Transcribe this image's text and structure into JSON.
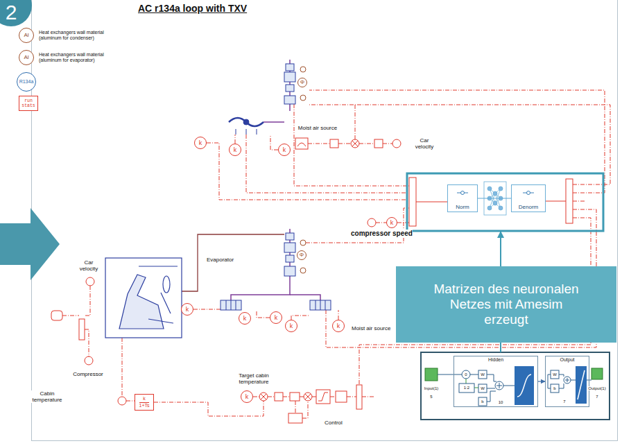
{
  "diagram": {
    "title": "AC r134a loop with TXV",
    "nodes": [
      {
        "text": [
          "2"
        ]
      },
      {
        "text": [
          "Al"
        ]
      },
      {
        "text": [
          "Al"
        ]
      },
      {
        "text": [
          "R134a"
        ]
      },
      {
        "text": [
          "run stats"
        ]
      },
      {
        "text": [
          "Φ"
        ]
      },
      {
        "text": [
          "k"
        ]
      },
      {
        "text": [
          "k"
        ]
      },
      {
        "text": [
          "k"
        ]
      },
      {
        "text": [
          "k"
        ]
      },
      {
        "text": [
          "Norm"
        ]
      },
      {
        "text": [
          "Denorm"
        ]
      },
      {
        "text": [
          "Φ"
        ]
      },
      {
        "text": [
          "k"
        ]
      },
      {
        "text": [
          "k"
        ]
      },
      {
        "text": [
          "k"
        ]
      },
      {
        "text": [
          "k"
        ]
      },
      {
        "text": [
          "k"
        ]
      },
      {
        "text": [
          "k"
        ]
      },
      {
        "text": [
          "k",
          "1+Ts"
        ]
      },
      {
        "text": [
          "Matrizen des neuronalen Netzes mit Amesim erzeugt"
        ]
      },
      {
        "text": [
          "Hidden"
        ]
      },
      {
        "text": [
          "Output"
        ]
      }
    ],
    "edges": [
      {
        "from": 10,
        "to": 11,
        "arrow": "none"
      },
      {
        "from": 21,
        "to": 22,
        "arrow": "to"
      }
    ],
    "labels": [
      "Heat exchangers wall material (aluminum for condenser)",
      "Heat exchangers wall material (aluminum for evaporator)",
      "Moist air source",
      "Car velocity",
      "compressor speed",
      "Evaporator",
      "Car velocity",
      "Compressor",
      "Moist air source",
      "Target cabin temperature",
      "Cabin temperature",
      "Control",
      "Input(1)",
      "5",
      "0",
      "1:2",
      "W",
      "W",
      "b",
      "10",
      "W",
      "b",
      "7",
      "Output(1)",
      "7"
    ]
  }
}
